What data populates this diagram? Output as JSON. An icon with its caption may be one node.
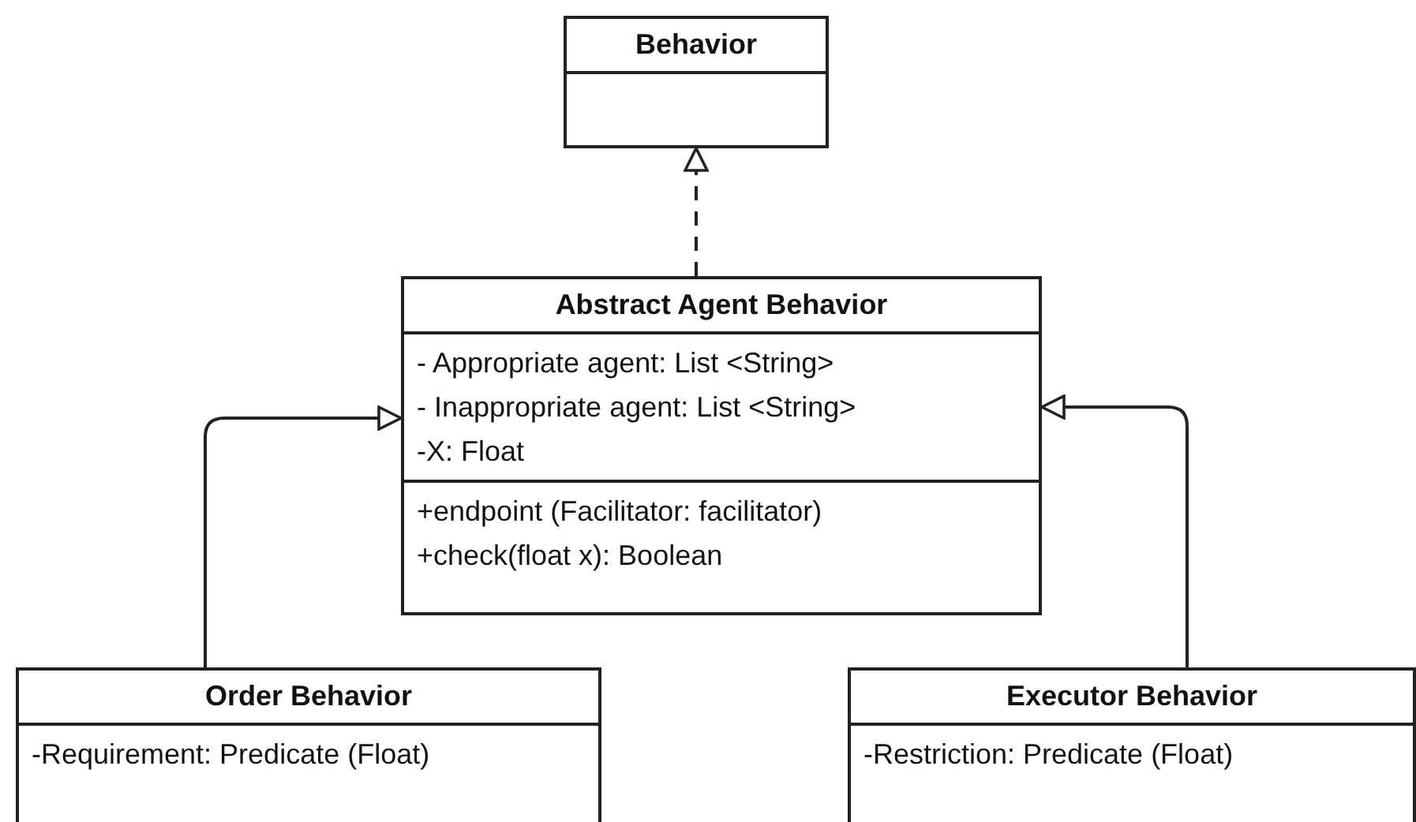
{
  "diagram": {
    "nodes": [
      {
        "text": [
          "Behavior"
        ]
      },
      {
        "text": [
          "Abstract Agent Behavior",
          "- Appropriate agent: List <String>",
          "- Inappropriate agent: List <String>",
          "-X: Float",
          "+endpoint (Facilitator: facilitator)",
          "+check(float x): Boolean"
        ]
      },
      {
        "text": [
          "Order Behavior",
          "-Requirement: Predicate (Float)"
        ]
      },
      {
        "text": [
          "Executor Behavior",
          "-Restriction: Predicate (Float)"
        ]
      }
    ],
    "edges": [
      {
        "from": 1,
        "to": 0,
        "arrow": "to",
        "style": "dashed"
      },
      {
        "from": 2,
        "to": 1,
        "arrow": "to"
      },
      {
        "from": 3,
        "to": 1,
        "arrow": "to"
      }
    ]
  }
}
